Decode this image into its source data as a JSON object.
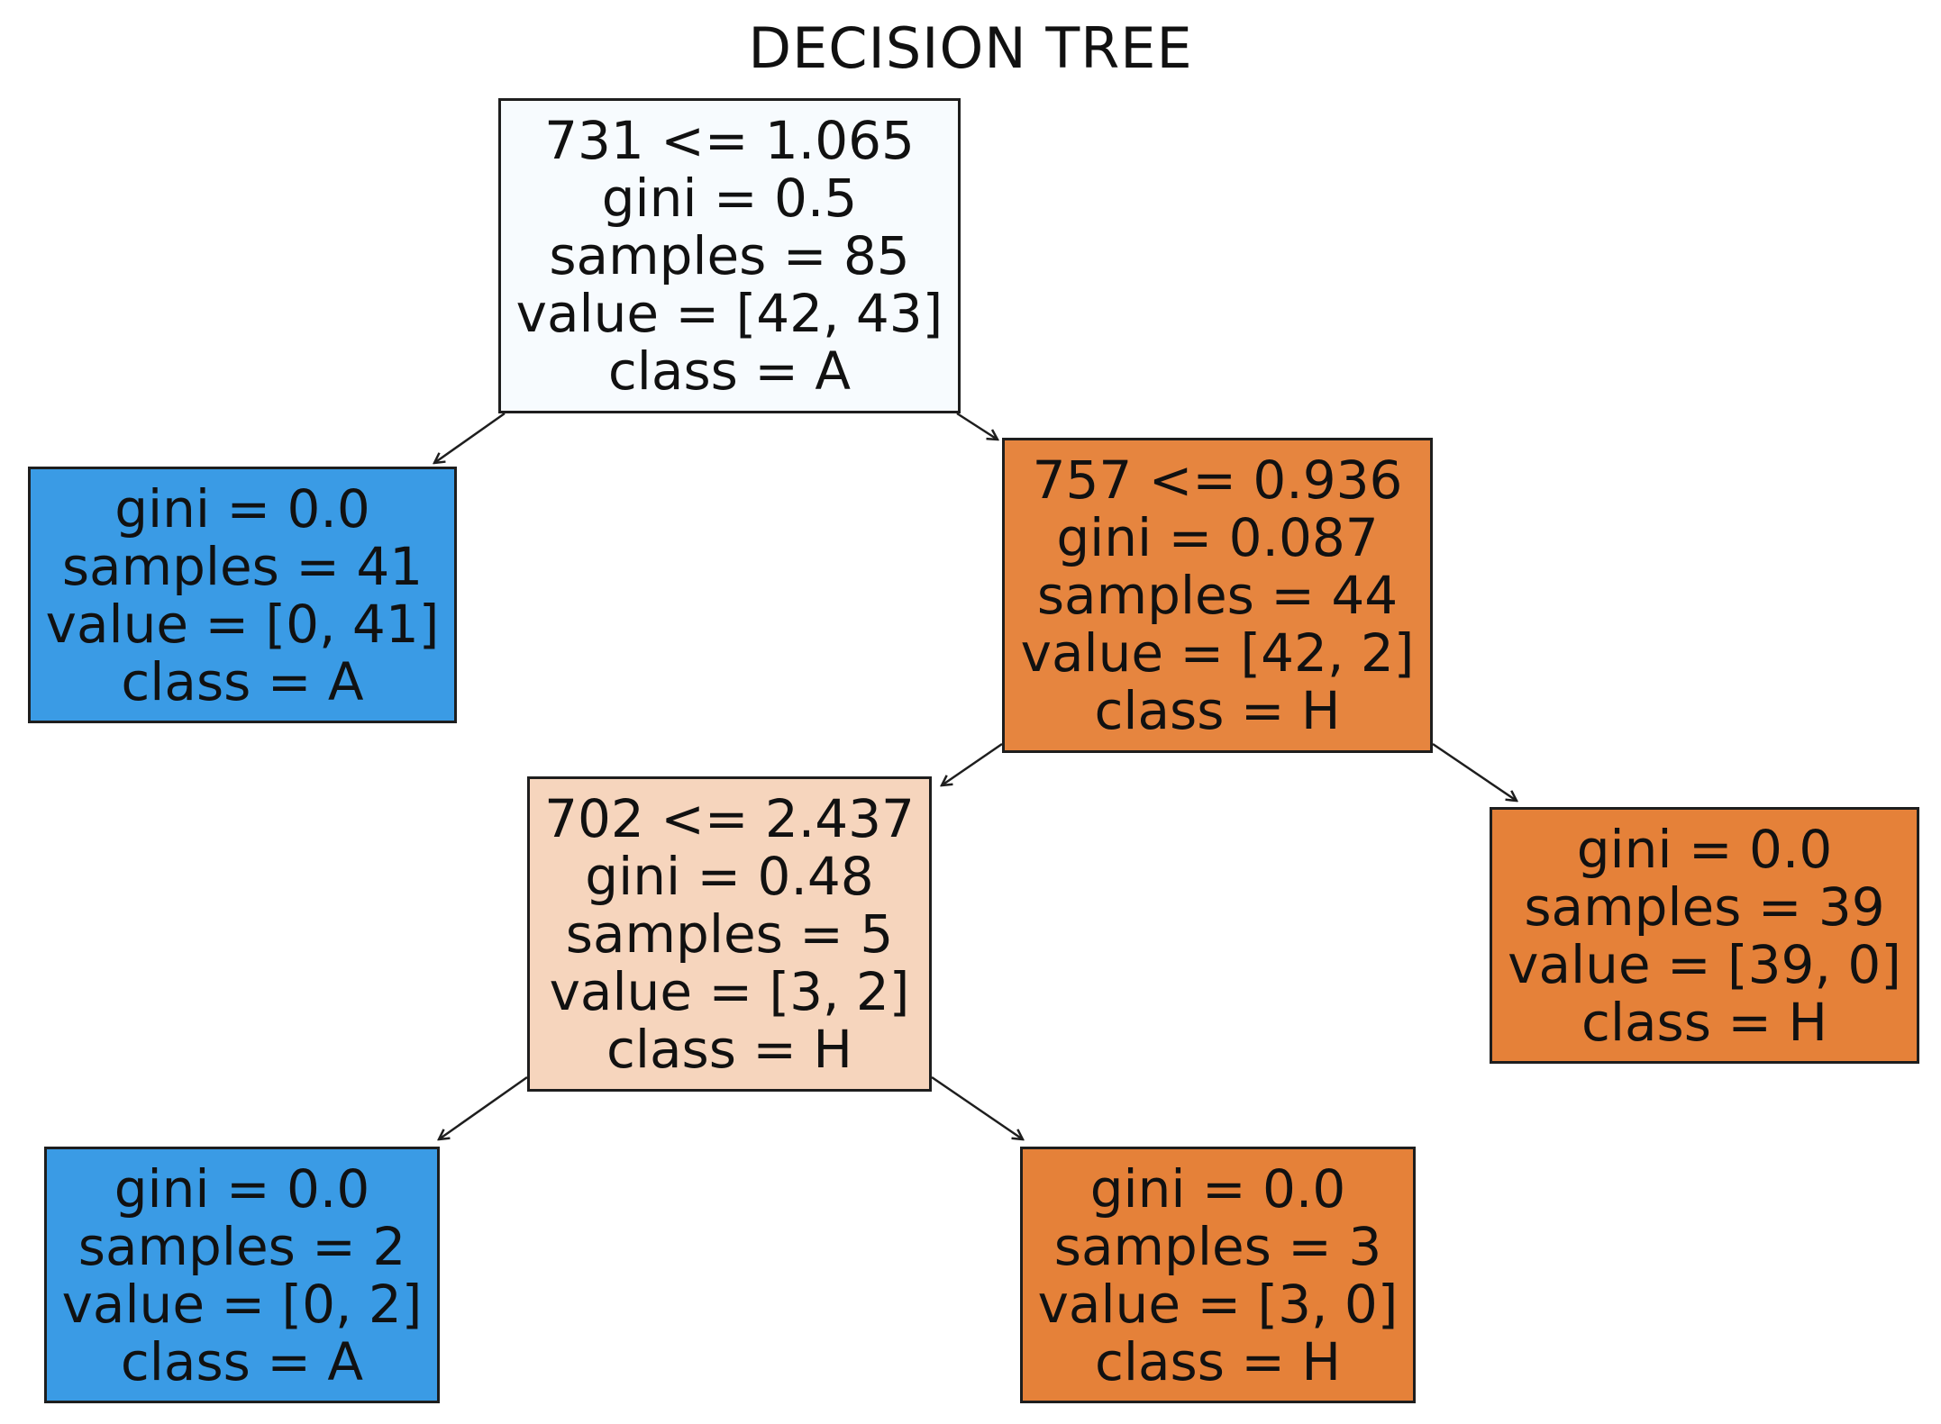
{
  "title": "DECISION TREE",
  "colors": {
    "class_A": "#3a9be5",
    "class_H": "#e58139",
    "mixed_A_light": "#f7fbfe",
    "mixed_H_light": "#f6d5bd",
    "border": "#1e1e1e",
    "edge": "#1e1e1e"
  },
  "nodes": [
    {
      "id": "n0",
      "condition": "731 <= 1.065",
      "gini": "gini = 0.5",
      "samples": "samples = 85",
      "value": "value = [42, 43]",
      "class": "class = A",
      "fill": "#f7fbfe"
    },
    {
      "id": "n1",
      "gini": "gini = 0.0",
      "samples": "samples = 41",
      "value": "value = [0, 41]",
      "class": "class = A",
      "fill": "#3a9be5"
    },
    {
      "id": "n2",
      "condition": "757 <= 0.936",
      "gini": "gini = 0.087",
      "samples": "samples = 44",
      "value": "value = [42, 2]",
      "class": "class = H",
      "fill": "#e6853f"
    },
    {
      "id": "n3",
      "condition": "702 <= 2.437",
      "gini": "gini = 0.48",
      "samples": "samples = 5",
      "value": "value = [3, 2]",
      "class": "class = H",
      "fill": "#f6d5bd"
    },
    {
      "id": "n4",
      "gini": "gini = 0.0",
      "samples": "samples = 39",
      "value": "value = [39, 0]",
      "class": "class = H",
      "fill": "#e58139"
    },
    {
      "id": "n5",
      "gini": "gini = 0.0",
      "samples": "samples = 2",
      "value": "value = [0, 2]",
      "class": "class = A",
      "fill": "#3a9be5"
    },
    {
      "id": "n6",
      "gini": "gini = 0.0",
      "samples": "samples = 3",
      "value": "value = [3, 0]",
      "class": "class = H",
      "fill": "#e58139"
    }
  ],
  "edges": [
    {
      "from": "n0",
      "to": "n1"
    },
    {
      "from": "n0",
      "to": "n2"
    },
    {
      "from": "n2",
      "to": "n3"
    },
    {
      "from": "n2",
      "to": "n4"
    },
    {
      "from": "n3",
      "to": "n5"
    },
    {
      "from": "n3",
      "to": "n6"
    }
  ]
}
